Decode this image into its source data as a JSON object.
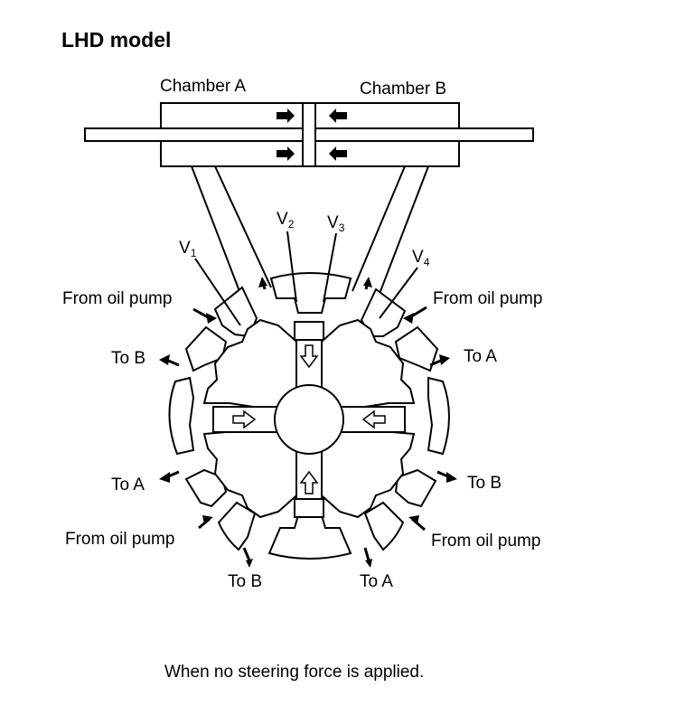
{
  "title": "LHD model",
  "cylinder": {
    "chamber_a": "Chamber A",
    "chamber_b": "Chamber B"
  },
  "valves": {
    "v1": {
      "letter": "V",
      "sub": "1"
    },
    "v2": {
      "letter": "V",
      "sub": "2"
    },
    "v3": {
      "letter": "V",
      "sub": "3"
    },
    "v4": {
      "letter": "V",
      "sub": "4"
    }
  },
  "ports": {
    "from_oil_pump_upper_left": "From oil pump",
    "from_oil_pump_upper_right": "From oil pump",
    "to_b_left": "To B",
    "to_a_right": "To A",
    "to_a_left": "To A",
    "to_b_right": "To B",
    "from_oil_pump_lower_left": "From oil pump",
    "from_oil_pump_lower_right": "From oil pump",
    "to_b_bottom": "To B",
    "to_a_bottom": "To A"
  },
  "caption": "When no steering force is applied."
}
